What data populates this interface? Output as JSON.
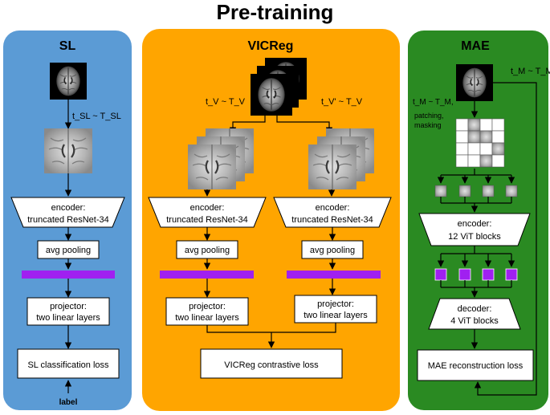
{
  "title": "Pre-training",
  "colors": {
    "sl_panel": "#5B9BD5",
    "vicreg_panel": "#FFA500",
    "mae_panel": "#2A8A22",
    "embedding_bar": "#A020F0",
    "box_fill": "#FFFFFF",
    "line": "#000000"
  },
  "panels": {
    "sl": {
      "title": "SL",
      "transform": "t_SL ~ T_SL",
      "encoder_line1": "encoder:",
      "encoder_line2": "truncated ResNet-34",
      "pooling": "avg pooling",
      "projector_line1": "projector:",
      "projector_line2": "two linear layers",
      "loss": "SL classification loss",
      "label": "label"
    },
    "vicreg": {
      "title": "VICReg",
      "transform_left": "t_V ~ T_V",
      "transform_right": "t_V' ~ T_V",
      "encoder_line1": "encoder:",
      "encoder_line2": "truncated ResNet-34",
      "pooling": "avg pooling",
      "projector_line1": "projector:",
      "projector_line2": "two linear layers",
      "loss": "VICReg contrastive loss"
    },
    "mae": {
      "title": "MAE",
      "transform_top": "t_M ~ T_M",
      "transform_left_line1": "t_M ~ T_M,",
      "transform_left_line2": "patching,",
      "transform_left_line3": "masking",
      "encoder_line1": "encoder:",
      "encoder_line2": "12 ViT blocks",
      "decoder_line1": "decoder:",
      "decoder_line2": "4 ViT blocks",
      "loss": "MAE reconstruction loss"
    }
  },
  "images": {
    "brain_scan": "brain-mri-slice",
    "brain_crop": "brain-mri-crop"
  }
}
